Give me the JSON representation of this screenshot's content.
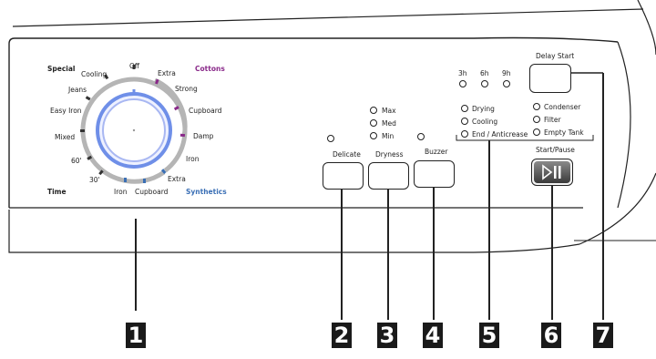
{
  "colors": {
    "cottons": "#8a2a8a",
    "synthetics": "#3a6fb5",
    "dial_blue": "#6f8fe8",
    "dark": "#1a1a1a"
  },
  "dial": {
    "special": "Special",
    "cottons": "Cottons",
    "synthetics": "Synthetics",
    "time": "Time",
    "programs": {
      "off": "Off",
      "cooling": "Cooling",
      "jeans": "Jeans",
      "easy_iron": "Easy Iron",
      "mixed": "Mixed",
      "t60": "60'",
      "t30": "30'",
      "iron_left": "Iron",
      "cupboard_bottom": "Cupboard",
      "extra_bottom": "Extra",
      "iron_right": "Iron",
      "damp": "Damp",
      "cupboard_right": "Cupboard",
      "strong": "Strong",
      "extra_top": "Extra"
    }
  },
  "buttons": {
    "delicate": "Delicate",
    "dryness": "Dryness",
    "buzzer": "Buzzer",
    "delay_start": "Delay Start",
    "start_pause": "Start/Pause",
    "start_pause_icon": "play-pause-icon"
  },
  "dryness_levels": {
    "max": "Max",
    "med": "Med",
    "min": "Min"
  },
  "delay": {
    "h3": "3h",
    "h6": "6h",
    "h9": "9h"
  },
  "status": {
    "drying": "Drying",
    "cooling": "Cooling",
    "end": "End / Anticrease"
  },
  "alerts": {
    "condenser": "Condenser",
    "filter": "Filter",
    "empty_tank": "Empty Tank"
  },
  "callouts": [
    "1",
    "2",
    "3",
    "4",
    "5",
    "6",
    "7"
  ]
}
